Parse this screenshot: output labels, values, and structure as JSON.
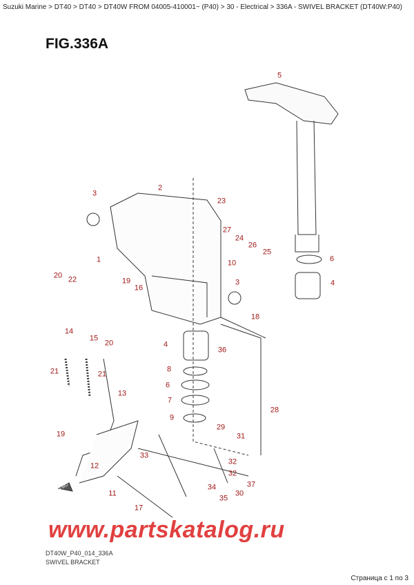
{
  "breadcrumb": "Suzuki Marine > DT40 > DT40 > DT40W FROM 04005-410001~ (P40) > 30 - Electrical > 336A - SWIVEL BRACKET (DT40W:P40)",
  "figure_title": "FIG.336A",
  "diagram_code": "DT40W_P40_014_336A",
  "diagram_subtitle": "SWIVEL BRACKET",
  "pagination": "Страница с 1 по 3",
  "watermark": "www.partskatalog.ru",
  "fwd_label": "FWD",
  "callout_color": "#a01818",
  "callouts": [
    "5",
    "2",
    "3",
    "23",
    "27",
    "24",
    "26",
    "1",
    "25",
    "10",
    "6",
    "19",
    "16",
    "20",
    "22",
    "3",
    "4",
    "14",
    "15",
    "20",
    "18",
    "4",
    "36",
    "8",
    "21",
    "21",
    "13",
    "6",
    "7",
    "28",
    "9",
    "19",
    "29",
    "31",
    "33",
    "12",
    "32",
    "32",
    "34",
    "37",
    "35",
    "30",
    "11",
    "17"
  ]
}
